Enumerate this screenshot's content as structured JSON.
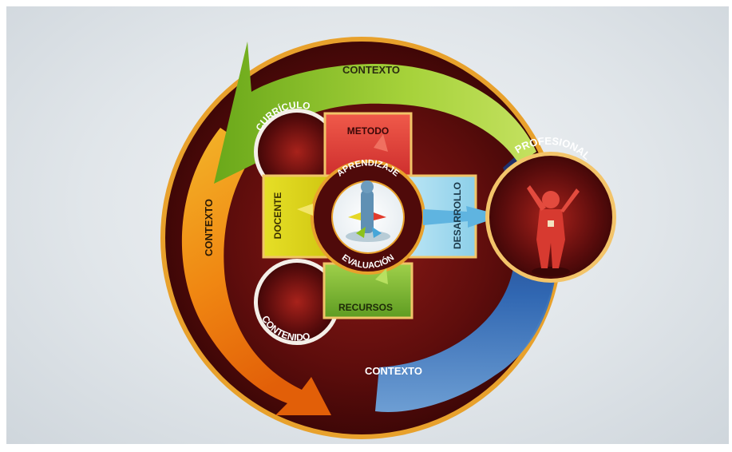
{
  "diagram": {
    "context_labels": {
      "top": "CONTEXTO",
      "left": "CONTEXTO",
      "bottom": "CONTEXTO"
    },
    "cross": {
      "top": "METODO",
      "left": "DOCENTE",
      "right": "DESARROLLO",
      "bottom": "RECURSOS"
    },
    "side_circles": {
      "upper": "CURRÍCULO",
      "lower": "CONTENIDO"
    },
    "center": {
      "top": "APRENDIZAJE",
      "bottom": "EVALUACIÓN"
    },
    "outcome": "PROFESIONAL",
    "colors": {
      "maroon": "#5a0c0c",
      "ring_orange": "#e9a21f",
      "arrow_green": "#8cc21b",
      "arrow_orange": "#f07a10",
      "arrow_blue": "#2e6fb8",
      "metodo": "#d9262a",
      "docente": "#d8cf12",
      "desarrollo": "#a7dcf0",
      "recursos": "#6fb42c"
    }
  }
}
